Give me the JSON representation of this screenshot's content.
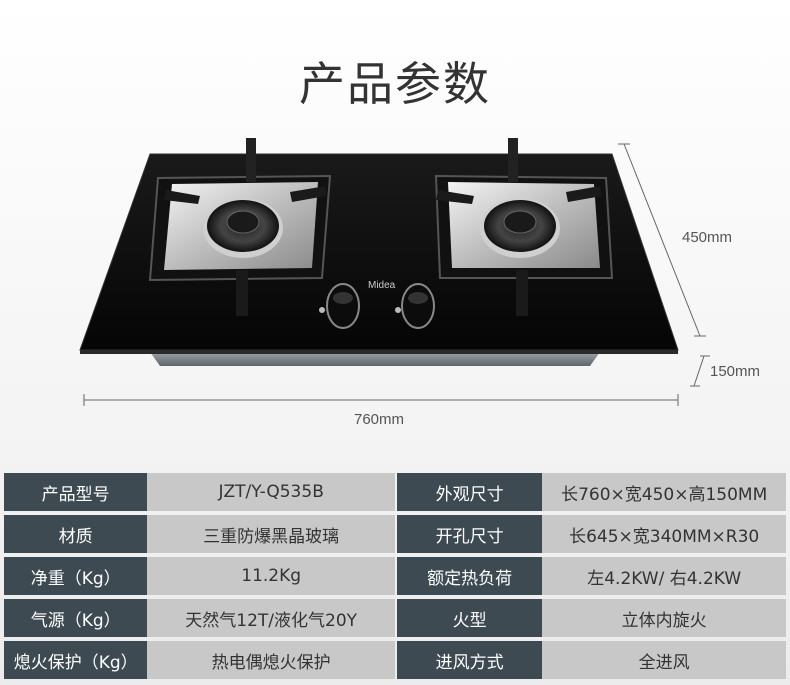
{
  "title": "产品参数",
  "dimensions": {
    "depth": "450mm",
    "height": "150mm",
    "width": "760mm"
  },
  "brand": "Midea",
  "specs": [
    {
      "label_left": "产品型号",
      "value_left": "JZT/Y-Q535B",
      "label_right": "外观尺寸",
      "value_right": "长760×宽450×高150MM"
    },
    {
      "label_left": "材质",
      "value_left": "三重防爆黑晶玻璃",
      "label_right": "开孔尺寸",
      "value_right": "长645×宽340MM×R30"
    },
    {
      "label_left": "净重（Kg）",
      "value_left": "11.2Kg",
      "label_right": "额定热负荷",
      "value_right": "左4.2KW/ 右4.2KW"
    },
    {
      "label_left": "气源（Kg）",
      "value_left": "天然气12T/液化气20Y",
      "label_right": "火型",
      "value_right": "立体内旋火"
    },
    {
      "label_left": "熄火保护（Kg）",
      "value_left": "热电偶熄火保护",
      "label_right": "进风方式",
      "value_right": "全进风"
    }
  ],
  "colors": {
    "label_bg": "#3d4a52",
    "value_bg": "#c8c8c8",
    "glass": "#0a0a0a"
  }
}
